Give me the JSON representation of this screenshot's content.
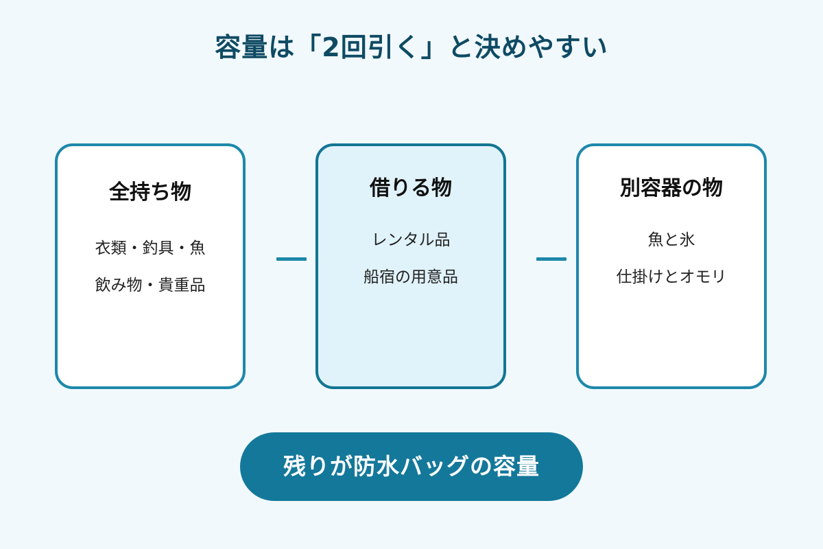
{
  "title": "容量は「2回引く」と決めやすい",
  "boxes": [
    {
      "heading": "全持ち物",
      "lines": [
        "衣類・釣具・魚",
        "飲み物・貴重品"
      ]
    },
    {
      "heading": "借りる物",
      "lines": [
        "レンタル品",
        "船宿の用意品"
      ]
    },
    {
      "heading": "別容器の物",
      "lines": [
        "魚と氷",
        "仕掛けとオモリ"
      ]
    }
  ],
  "result": "残りが防水バッグの容量",
  "colors": {
    "background": "#f1f9fd",
    "title": "#0f4a63",
    "border": "#1d88aa",
    "highlight_fill": "#e0f3fb",
    "result_fill": "#14789a"
  }
}
